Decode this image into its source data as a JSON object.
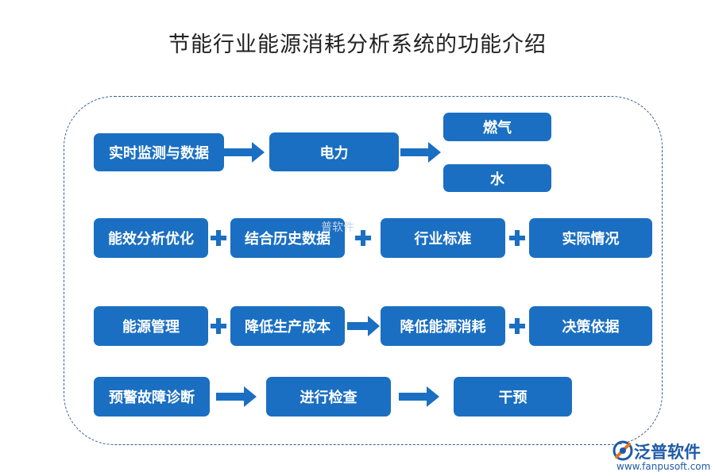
{
  "title": "节能行业能源消耗分析系统的功能介绍",
  "rows": {
    "monitor": {
      "source": "实时监测与数据",
      "power": "电力",
      "gas": "燃气",
      "water": "水"
    },
    "analysis": {
      "main": "能效分析优化",
      "history": "结合历史数据",
      "standard": "行业标准",
      "actual": "实际情况"
    },
    "management": {
      "main": "能源管理",
      "reduce_cost": "降低生产成本",
      "reduce_energy": "降低能源消耗",
      "decision": "决策依据"
    },
    "warning": {
      "main": "预警故障诊断",
      "inspect": "进行检查",
      "intervene": "干预"
    }
  },
  "watermark": "普软件",
  "logo": {
    "name": "泛普软件",
    "url": "www.fanpusoft.com"
  },
  "colors": {
    "box": "#1a6fc2",
    "box_text": "#ffffff",
    "frame": "#3a5a8c",
    "title": "#222222"
  },
  "icons": {
    "arrow": "right-arrow-icon",
    "plus": "plus-icon",
    "logo": "fanpu-logo-icon"
  }
}
